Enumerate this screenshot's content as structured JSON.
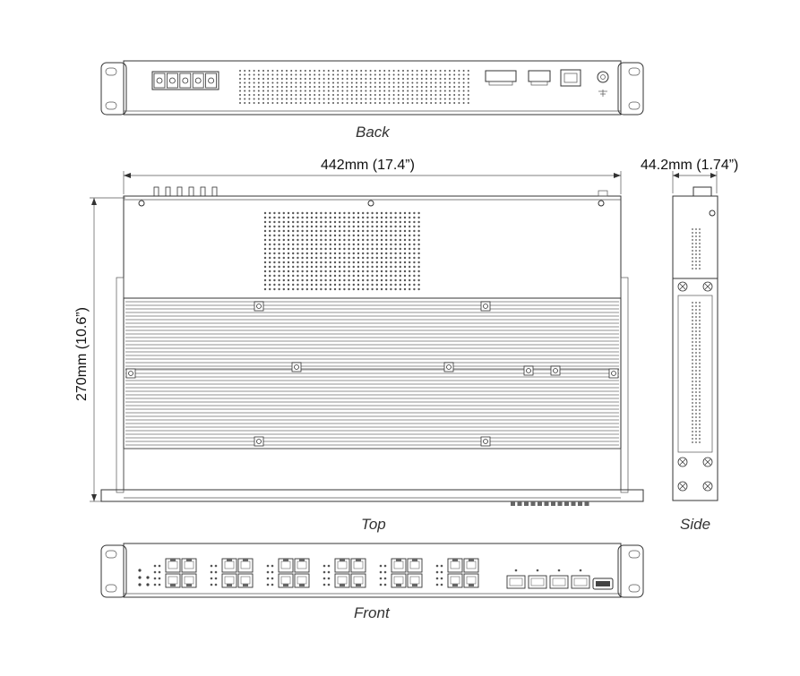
{
  "views": {
    "back_label": "Back",
    "top_label": "Top",
    "side_label": "Side",
    "front_label": "Front"
  },
  "dimensions": {
    "width": "442mm (17.4”)",
    "height": "44.2mm (1.74”)",
    "depth": "270mm (10.6”)"
  },
  "colors": {
    "line": "#333333",
    "fin": "#b5b5b5",
    "background": "#ffffff"
  },
  "front_panel": {
    "rj45_groups": 6,
    "sfp_ports": 4,
    "usb_ports": 1
  }
}
